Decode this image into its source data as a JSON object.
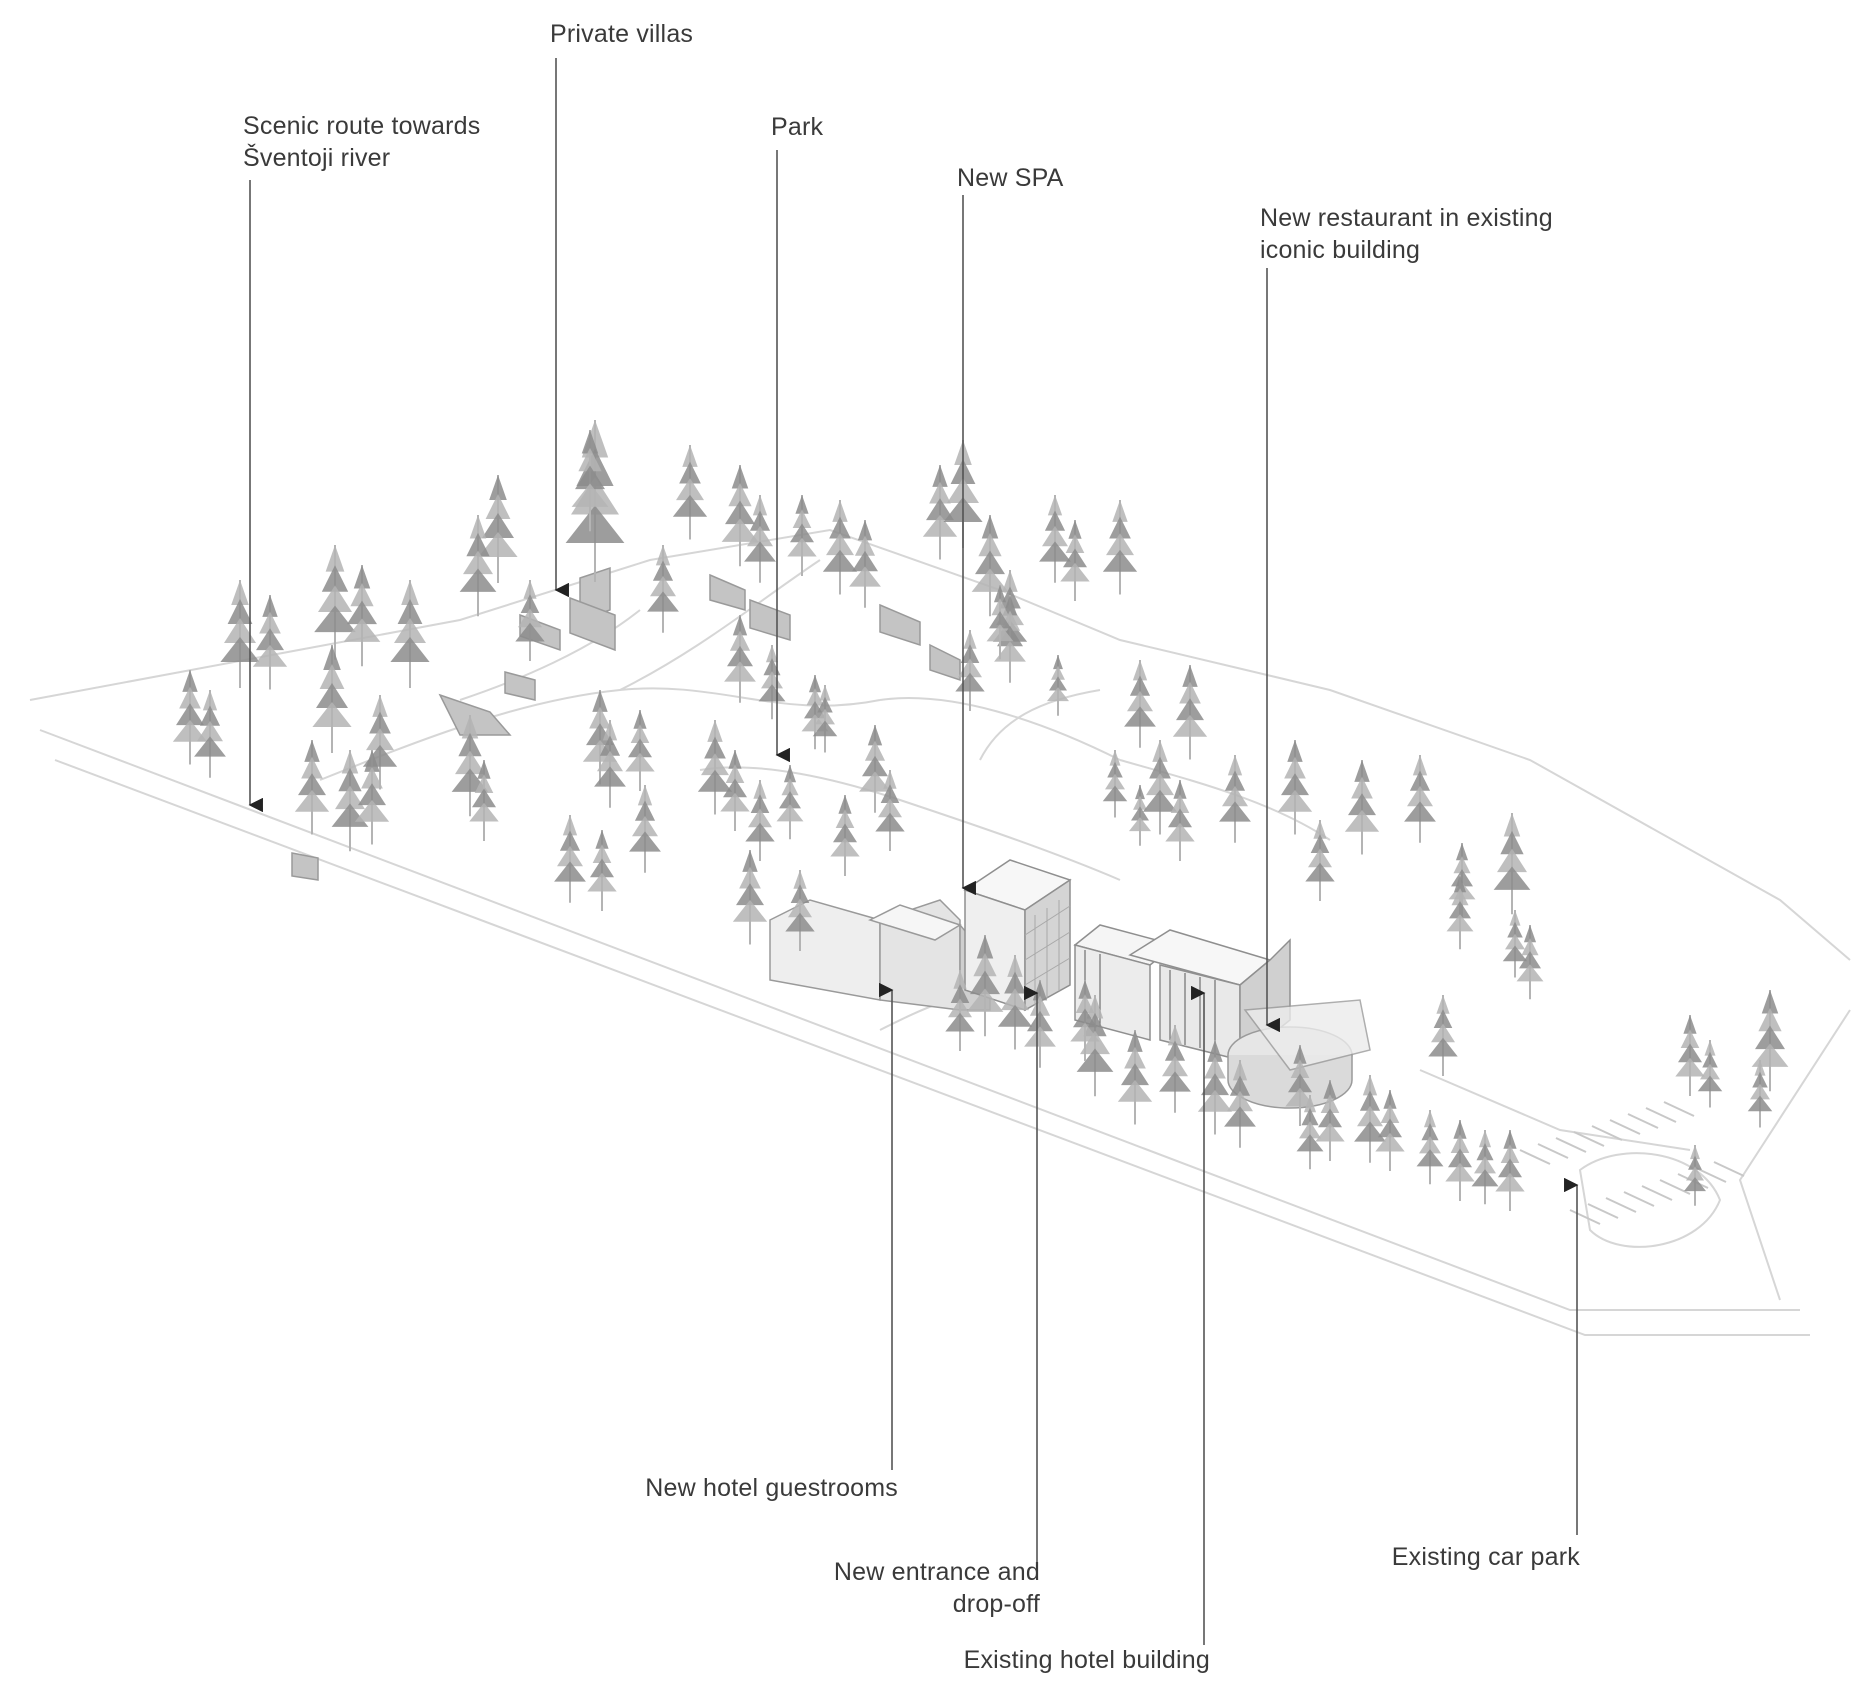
{
  "colors": {
    "background": "#ffffff",
    "text": "#3a3a3a",
    "leader": "#555555",
    "ground_line": "#d6d6d6",
    "tree_dark": "#8c8c8c",
    "tree_light": "#b4b4b4",
    "building_face": "#f1f1f1",
    "building_side": "#d2d2d2",
    "building_shade": "#b8b8b8"
  },
  "callouts": {
    "scenic_route": {
      "line1": "Scenic route towards",
      "line2": "Šventoji river"
    },
    "private_villas": {
      "line1": "Private villas"
    },
    "park": {
      "line1": "Park"
    },
    "new_spa": {
      "line1": "New SPA"
    },
    "new_restaurant": {
      "line1": "New restaurant in existing",
      "line2": "iconic building"
    },
    "new_hotel_guestrooms": {
      "line1": "New hotel guestrooms"
    },
    "new_entrance": {
      "line1": "New entrance and",
      "line2": "drop-off"
    },
    "existing_car_park": {
      "line1": "Existing car park"
    },
    "existing_hotel_building": {
      "line1": "Existing hotel building"
    }
  }
}
